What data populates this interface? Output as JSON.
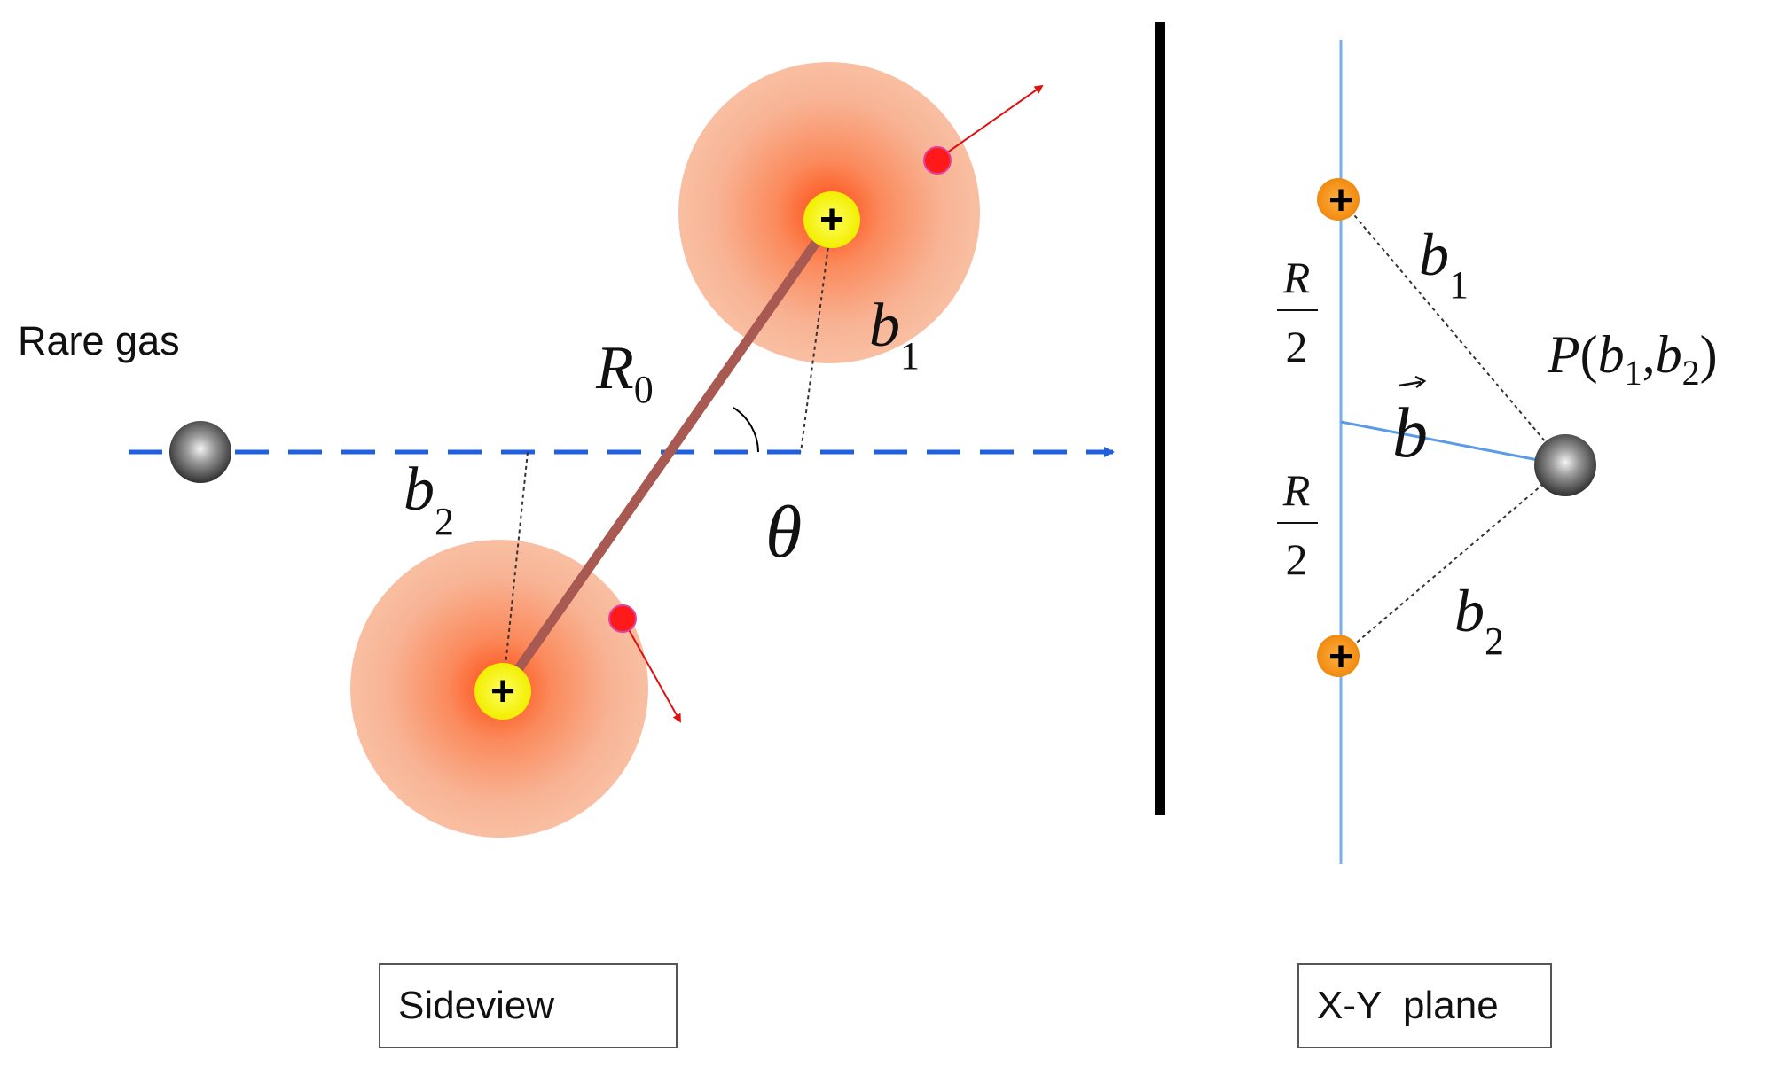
{
  "sideview": {
    "rare_gas_label": "Rare gas",
    "r0": {
      "main": "R",
      "sub": "0"
    },
    "b1": {
      "main": "b",
      "sub": "1"
    },
    "b2": {
      "main": "b",
      "sub": "2"
    },
    "theta": "θ",
    "plus": "+",
    "caption": "Sideview"
  },
  "xy_plane": {
    "r_over_2": {
      "num": "R",
      "den": "2"
    },
    "b1": {
      "main": "b",
      "sub": "1"
    },
    "b2": {
      "main": "b",
      "sub": "2"
    },
    "b_vector": "b",
    "point": {
      "name": "P",
      "open": "(",
      "b": "b",
      "sub1": "1",
      "comma": ",",
      "sub2": "2",
      "close": ")"
    },
    "plus": "+",
    "caption": "X-Y  plane"
  },
  "colors": {
    "axis_blue": "#1f5fe0",
    "bond": "#b05a50",
    "cloud_core": "#ff5a1e",
    "cloud_edge": "#f8b89c",
    "nucleus": "#ffff1a",
    "electron": "#ff1a1a",
    "divider": "#000000",
    "xy_line": "#7aaeea",
    "xy_nucleus": "#ff9a1e"
  }
}
